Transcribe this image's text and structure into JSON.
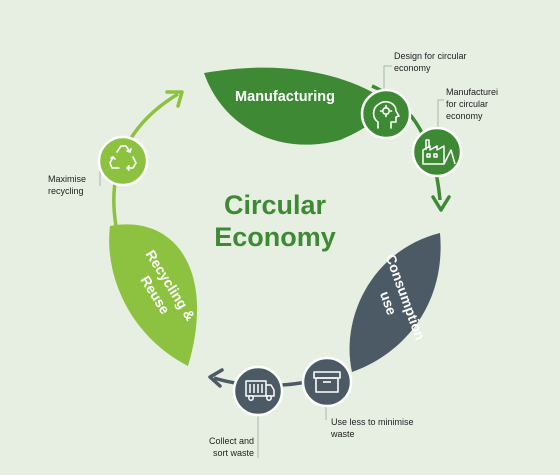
{
  "center": {
    "line1": "Circular",
    "line2": "Economy"
  },
  "petals": {
    "manufacturing": "Manufacturing",
    "consumption_line1": "Consumption",
    "consumption_line2": "use",
    "recycling_line1": "Recycling &",
    "recycling_line2": "Reuse"
  },
  "notes": {
    "design_line1": "Design for circular",
    "design_line2": "economy",
    "manufacture_line1": "Manufacturei",
    "manufacture_line2": "for circular",
    "manufacture_line3": "economy",
    "useless_line1": "Use less to minimise",
    "useless_line2": "waste",
    "collect_line1": "Collect and",
    "collect_line2": "sort waste",
    "maximise_line1": "Maximise",
    "maximise_line2": "recycling"
  },
  "colors": {
    "background": "#e7efe2",
    "dark_green": "#3e8a34",
    "slate": "#4c5a65",
    "light_green": "#8cc23f",
    "center_text": "#3e8a34"
  },
  "icons": [
    "head-gear-icon",
    "factory-icon",
    "box-icon",
    "truck-icon",
    "recycle-icon"
  ]
}
